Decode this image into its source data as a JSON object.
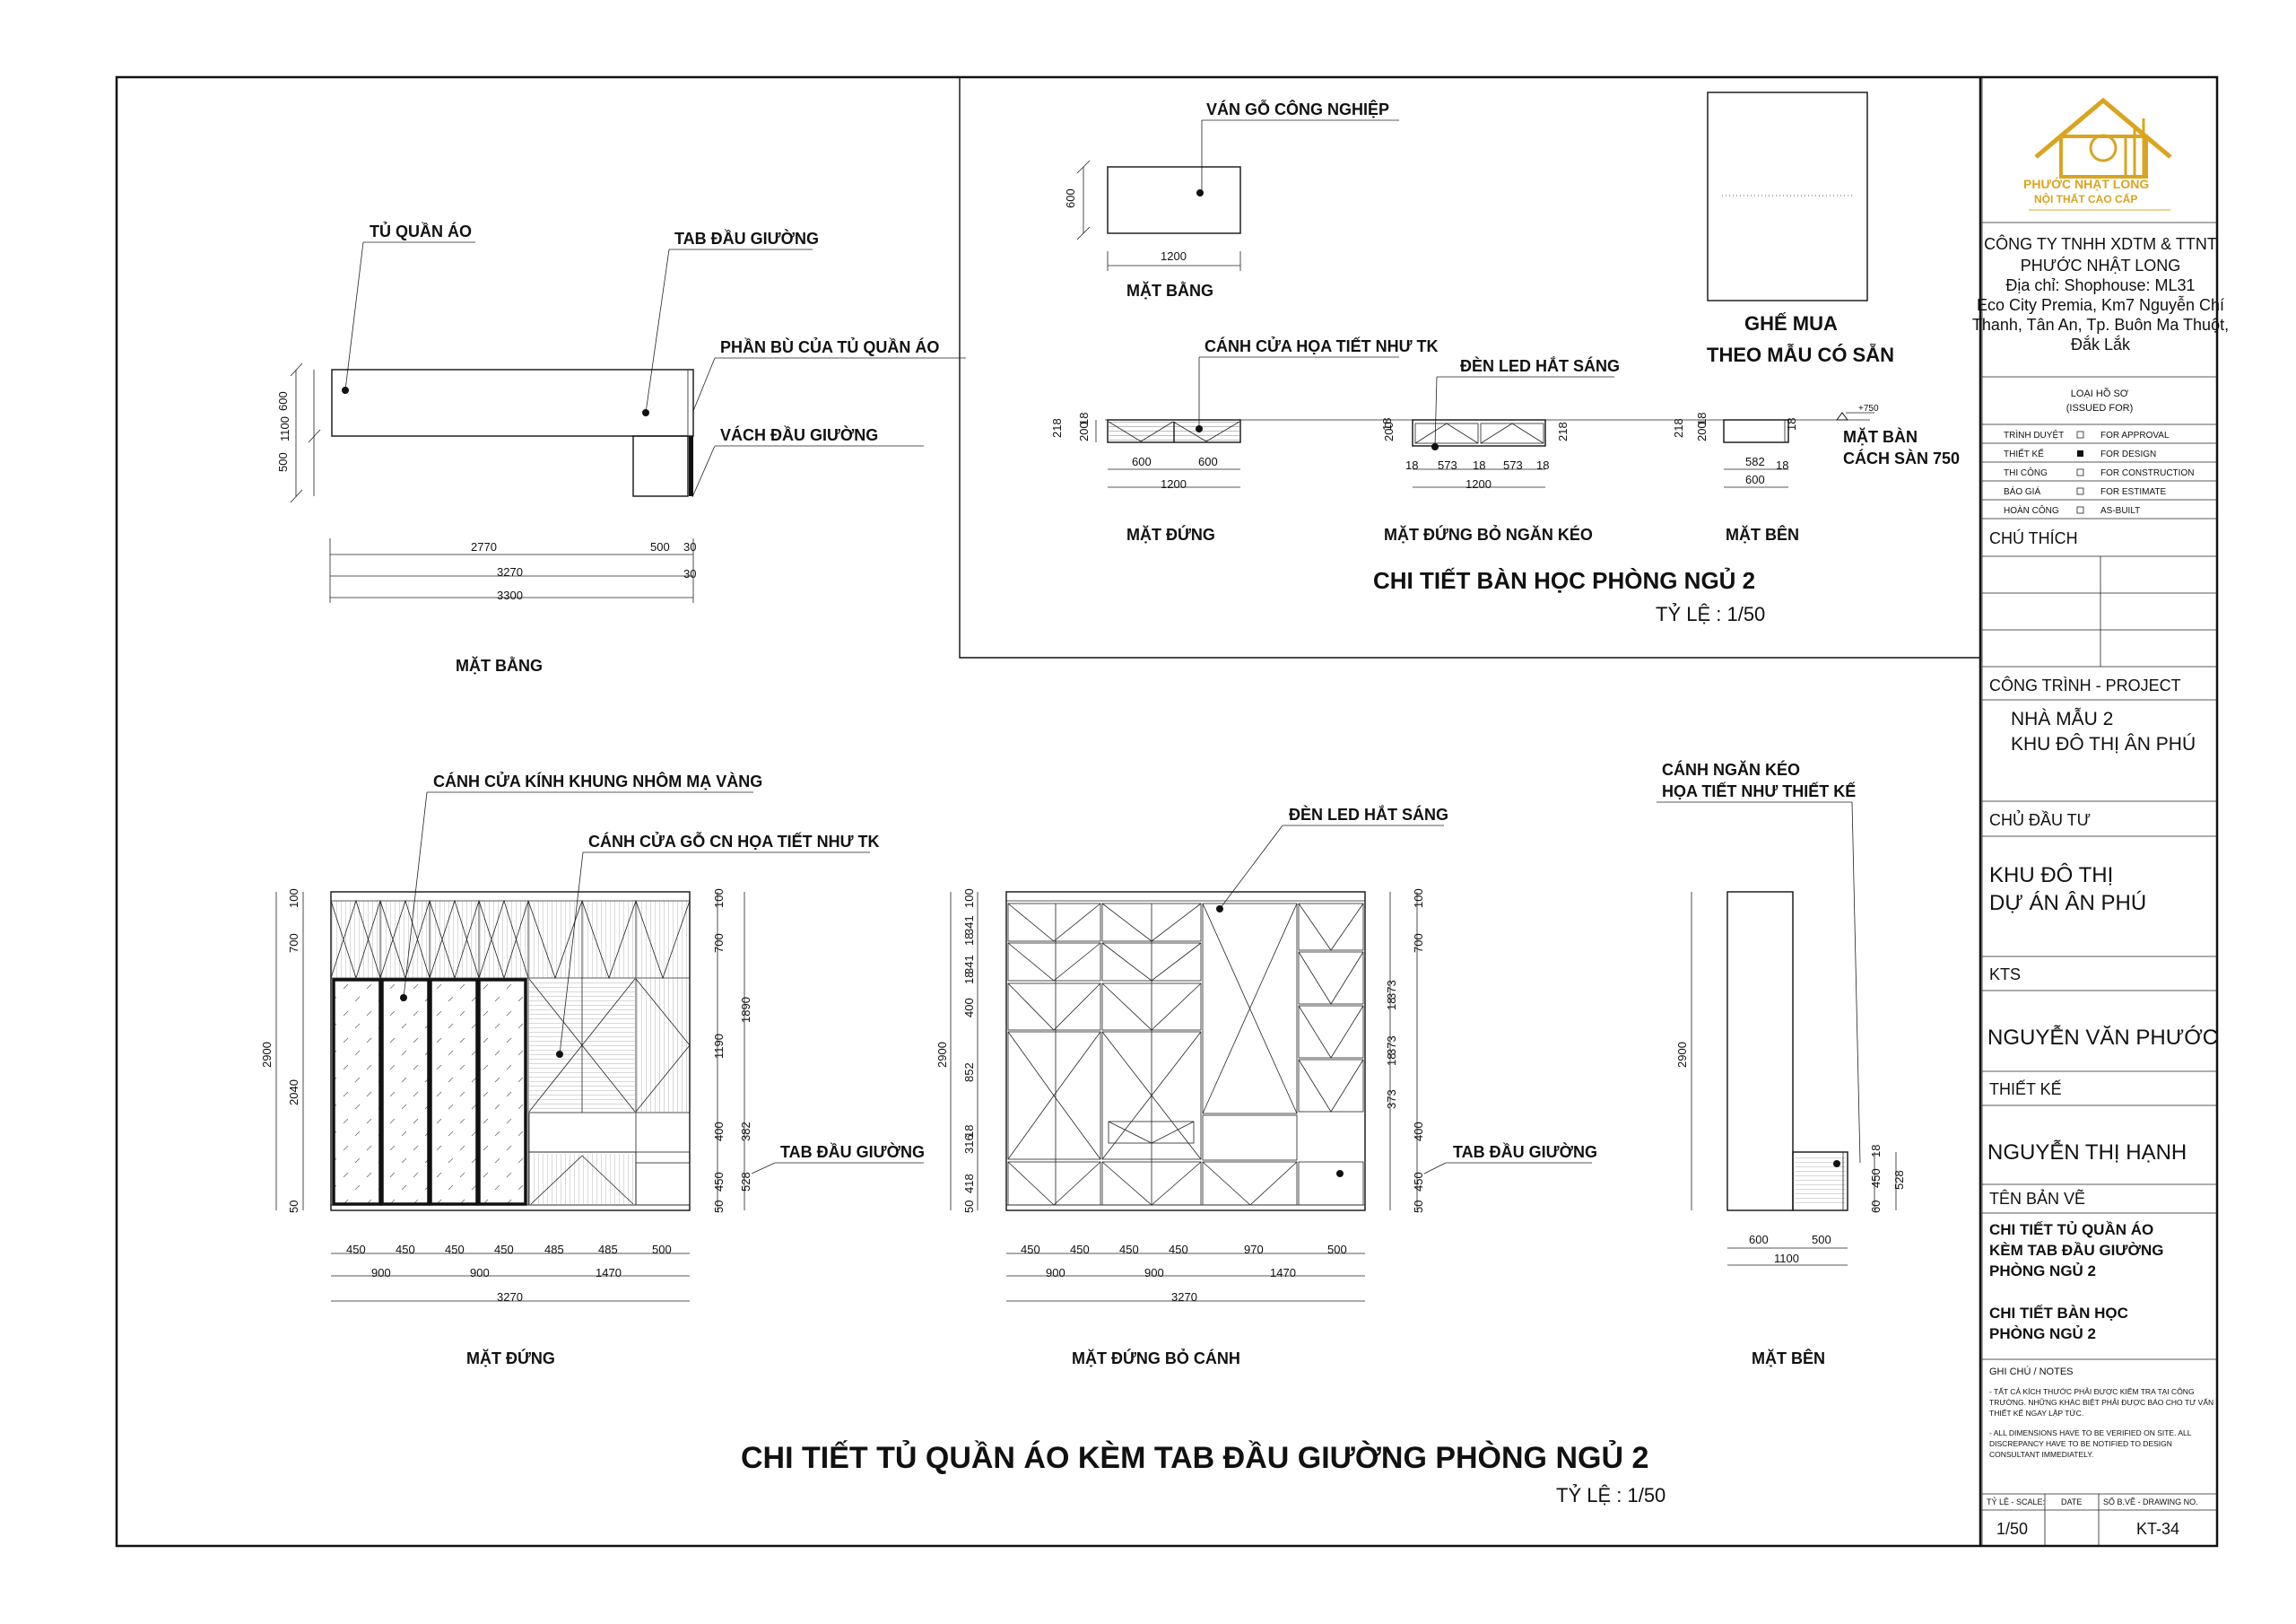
{
  "company": {
    "logo_brand": "PHƯỚC NHẬT LONG",
    "logo_tagline": "NỘI THẤT CAO CẤP",
    "name_l1": "CÔNG TY TNHH XDTM & TTNT",
    "name_l2": "PHƯỚC NHẬT LONG",
    "addr_l1": "Địa chỉ: Shophouse: ML31",
    "addr_l2": "Eco City Premia, Km7 Nguyễn Chí",
    "addr_l3": "Thanh, Tân An, Tp. Buôn Ma Thuột,",
    "addr_l4": "Đắk Lắk",
    "brand_color": "#d9a520"
  },
  "issue": {
    "title_l1": "LOẠI HỒ SƠ",
    "title_l2": "(ISSUED FOR)",
    "rows": [
      {
        "vn": "TRÌNH DUYỆT",
        "en": "FOR APPROVAL",
        "checked": false
      },
      {
        "vn": "THIẾT KẾ",
        "en": "FOR DESIGN",
        "checked": true
      },
      {
        "vn": "THI CÔNG",
        "en": "FOR CONSTRUCTION",
        "checked": false
      },
      {
        "vn": "BÁO GIÁ",
        "en": "FOR ESTIMATE",
        "checked": false
      },
      {
        "vn": "HOÀN CÔNG",
        "en": "AS-BUILT",
        "checked": false
      }
    ]
  },
  "titleblock": {
    "chu_thich": "CHÚ THÍCH",
    "project_label": "CÔNG TRÌNH - PROJECT",
    "project_l1": "NHÀ MẪU 2",
    "project_l2": "KHU ĐÔ THỊ ÂN PHÚ",
    "owner_label": "CHỦ ĐẦU TƯ",
    "owner_l1": "KHU ĐÔ THỊ",
    "owner_l2": "DỰ ÁN ÂN PHÚ",
    "kts_label": "KTS",
    "kts_name": "NGUYỄN VĂN PHƯỚC",
    "design_label": "THIẾT KẾ",
    "design_name": "NGUYỄN THỊ HẠNH",
    "drawing_label": "TÊN BẢN VẼ",
    "drawing1_l1": "CHI TIẾT TỦ QUẦN ÁO",
    "drawing1_l2": "KÈM TAB ĐẦU GIƯỜNG",
    "drawing1_l3": "PHÒNG NGỦ 2",
    "drawing2_l1": "CHI TIẾT BÀN HỌC",
    "drawing2_l2": "PHÒNG NGỦ 2",
    "notes_label": "GHI CHÚ / NOTES",
    "note_vn_l1": "- TẤT CẢ KÍCH THƯỚC PHẢI ĐƯỢC KIỂM TRA TẠI CÔNG",
    "note_vn_l2": "TRƯỜNG. NHỮNG KHÁC BIỆT PHẢI ĐƯỢC BÁO CHO TƯ VẤN",
    "note_vn_l3": "THIẾT KẾ NGAY LẬP TỨC.",
    "note_en_l1": "- ALL DIMENSIONS HAVE TO BE VERIFIED ON SITE.  ALL",
    "note_en_l2": "DISCREPANCY HAVE TO BE NOTIFIED TO DESIGN",
    "note_en_l3": "CONSULTANT IMMEDIATELY.",
    "scale_label": "TỶ LỆ - SCALE:",
    "date_label": "DATE",
    "drawing_no_label": "SỐ B.VẼ - DRAWING NO.",
    "scale_value": "1/50",
    "drawing_no": "KT-34"
  },
  "desk": {
    "label_material": "VÁN GỖ CÔNG NGHIỆP",
    "plan_w": "1200",
    "plan_d": "600",
    "plan_title": "MẶT BẰNG",
    "chair_l1": "GHẾ MUA",
    "chair_l2": "THEO MẪU CÓ SẴN",
    "label_door": "CÁNH CỬA HỌA TIẾT NHƯ TK",
    "label_led": "ĐÈN LED HẮT SÁNG",
    "elev_h1": "218",
    "elev_h2": "200",
    "elev_h3": "18",
    "elev_w1": "600",
    "elev_w2": "600",
    "elev_w": "1200",
    "drawer_w1": "18",
    "drawer_w2": "573",
    "drawer_w3": "18",
    "drawer_w4": "573",
    "drawer_w5": "18",
    "side_w1": "582",
    "side_w2": "18",
    "side_w": "600",
    "level_mark": "+750",
    "height_note_l1": "MẶT BÀN",
    "height_note_l2": "CÁCH SÀN 750",
    "title_elev": "MẶT ĐỨNG",
    "title_drawer": "MẶT ĐỨNG BỎ NGĂN KÉO",
    "title_side": "MẶT BÊN",
    "detail_title": "CHI TIẾT BÀN HỌC PHÒNG NGỦ 2",
    "detail_scale": "TỶ LỆ : 1/50"
  },
  "wardrobe_plan": {
    "label_wardrobe": "TỦ QUẦN ÁO",
    "label_tab": "TAB ĐẦU GIƯỜNG",
    "label_filler": "PHẦN BÙ CỦA TỦ QUẦN ÁO",
    "label_wall": "VÁCH ĐẦU GIƯỜNG",
    "h_total": "1100",
    "h1": "600",
    "h2": "500",
    "w1": "2770",
    "w2": "500",
    "w3": "30",
    "w_sub": "3270",
    "w_sub2": "30",
    "w_total": "3300",
    "title": "MẶT BẰNG"
  },
  "wardrobe_elev": {
    "label_glass": "CÁNH CỬA KÍNH KHUNG NHÔM MẠ VÀNG",
    "label_wood": "CÁNH CỬA GỖ CN HỌA TIẾT NHƯ TK",
    "label_tab": "TAB ĐẦU GIƯỜNG",
    "left_h_total": "2900",
    "left_h1": "100",
    "left_h2": "700",
    "left_h3": "2040",
    "left_h4": "50",
    "right_a": "100",
    "right_b": "700",
    "right_c": "1190",
    "right_d": "400",
    "right_e": "450",
    "right_f": "50",
    "right_g": "1890",
    "right_h": "382",
    "right_i": "528",
    "bw": [
      "450",
      "450",
      "450",
      "450",
      "485",
      "485",
      "500"
    ],
    "bw2": [
      "900",
      "900",
      "1470"
    ],
    "bw_total": "3270",
    "title": "MẶT ĐỨNG"
  },
  "wardrobe_open": {
    "label_led": "ĐÈN LED HẮT SÁNG",
    "label_tab": "TAB ĐẦU GIƯỜNG",
    "left_total": "2900",
    "left": [
      "100",
      "341",
      "18",
      "341",
      "18",
      "400",
      "852",
      "18",
      "316",
      "418",
      "50"
    ],
    "right": [
      "100",
      "700",
      "373",
      "18",
      "373",
      "18",
      "373",
      "400",
      "450",
      "50"
    ],
    "bw": [
      "450",
      "450",
      "450",
      "450",
      "970",
      "500"
    ],
    "bw2": [
      "900",
      "900",
      "1470"
    ],
    "bw_total": "3270",
    "title": "MẶT ĐỨNG BỎ CÁNH"
  },
  "wardrobe_side": {
    "label_l1": "CÁNH NGĂN KÉO",
    "label_l2": "HỌA TIẾT NHƯ THIẾT KẾ",
    "h_total": "2900",
    "r1": "18",
    "r2": "450",
    "r3": "60",
    "r_total": "528",
    "w1": "600",
    "w2": "500",
    "w_total": "1100",
    "title": "MẶT BÊN"
  },
  "main_title": "CHI TIẾT TỦ QUẦN ÁO KÈM TAB ĐẦU GIƯỜNG PHÒNG NGỦ 2",
  "main_scale": "TỶ LỆ : 1/50"
}
